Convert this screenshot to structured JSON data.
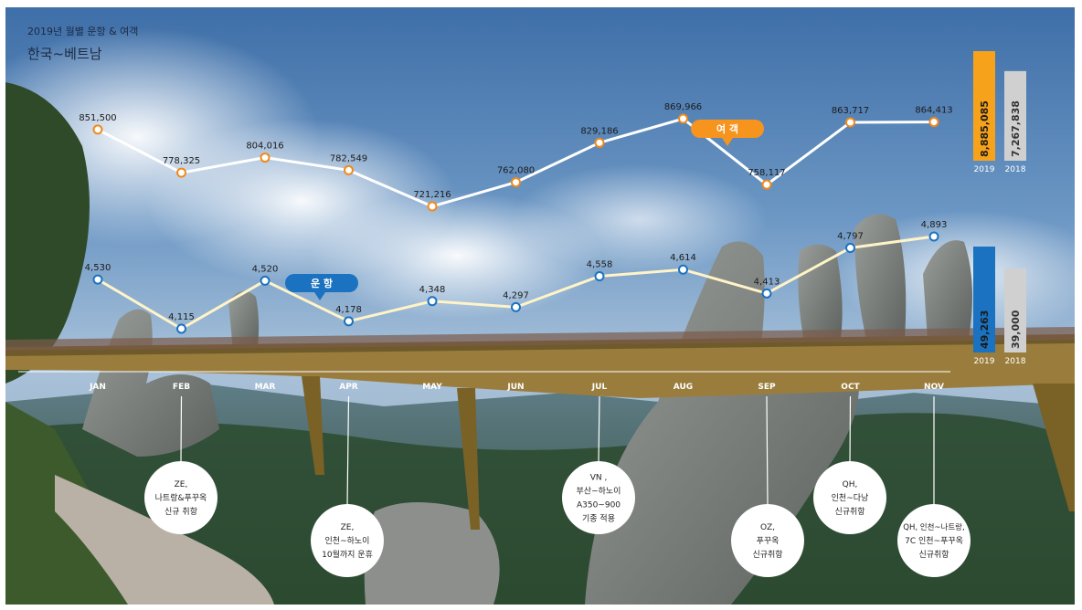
{
  "header": {
    "title": "2019년 월별 운항 & 여객",
    "subtitle": "한국~베트남"
  },
  "chart_data": {
    "type": "line",
    "categories": [
      "JAN",
      "FEB",
      "MAR",
      "APR",
      "MAY",
      "JUN",
      "JUL",
      "AUG",
      "SEP",
      "OCT",
      "NOV"
    ],
    "series": [
      {
        "name": "여 객",
        "values": [
          851500,
          778325,
          804016,
          782549,
          721216,
          762080,
          829186,
          869966,
          758117,
          863717,
          864413
        ],
        "labels": [
          "851,500",
          "778,325",
          "804,016",
          "782,549",
          "721,216",
          "762,080",
          "829,186",
          "869,966",
          "758,117",
          "863,717",
          "864,413"
        ]
      },
      {
        "name": "운 항",
        "values": [
          4530,
          4115,
          4520,
          4178,
          4348,
          4297,
          4558,
          4614,
          4413,
          4797,
          4893
        ],
        "labels": [
          "4,530",
          "4,115",
          "4,520",
          "4,178",
          "4,348",
          "4,297",
          "4,558",
          "4,614",
          "4,413",
          "4,797",
          "4,893"
        ]
      }
    ],
    "totals": {
      "passengers": [
        {
          "year": "2019",
          "value": 8885085,
          "label": "8,885,085",
          "color": "#f7a21b"
        },
        {
          "year": "2018",
          "value": 7267838,
          "label": "7,267,838",
          "color": "#d0d0d0"
        }
      ],
      "flights": [
        {
          "year": "2019",
          "value": 49263,
          "label": "49,263",
          "color": "#1a72c0"
        },
        {
          "year": "2018",
          "value": 39000,
          "label": "39,000",
          "color": "#d0d0d0"
        }
      ]
    },
    "annotations": [
      {
        "month": "FEB",
        "lines": [
          "ZE,",
          "나트랑&푸꾸옥",
          "신규 취항"
        ]
      },
      {
        "month": "APR",
        "lines": [
          "ZE,",
          "인천~하노이",
          "10월까지 운휴"
        ]
      },
      {
        "month": "JUL",
        "lines": [
          "VN ,",
          "부산~하노이",
          "A350~900",
          "기종 적용"
        ]
      },
      {
        "month": "SEP",
        "lines": [
          "OZ,",
          "푸꾸옥",
          "신규취항"
        ]
      },
      {
        "month": "OCT",
        "lines": [
          "QH,",
          "인천~다낭",
          "신규취항"
        ]
      },
      {
        "month": "NOV",
        "lines": [
          "QH, 인천~나트랑,",
          "7C 인천~푸꾸옥",
          "신규취항"
        ]
      }
    ]
  },
  "colors": {
    "passenger_marker": "#f08a1c",
    "flight_marker": "#1a72c0",
    "passenger_badge": "#f7941d",
    "flight_badge": "#1a72c0"
  }
}
